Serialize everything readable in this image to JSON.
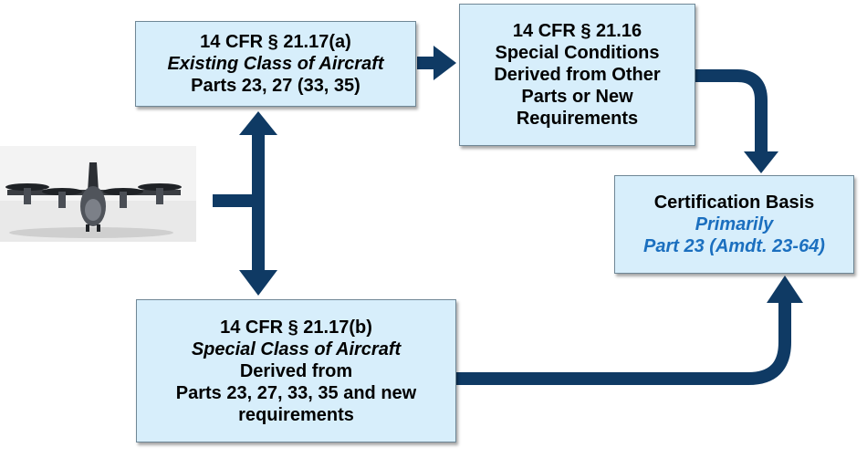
{
  "diagram": {
    "box_existing": {
      "line1": "14 CFR § 21.17(a)",
      "line2": "Existing Class of Aircraft",
      "line3": "Parts 23, 27 (33, 35)"
    },
    "box_special_class": {
      "line1": "14 CFR § 21.17(b)",
      "line2": "Special Class of Aircraft",
      "line3": "Derived from",
      "line4": "Parts 23, 27, 33, 35 and new",
      "line5": "requirements"
    },
    "box_special_conditions": {
      "line1": "14 CFR § 21.16",
      "line2": "Special Conditions",
      "line3": "Derived from Other",
      "line4": "Parts or New",
      "line5": "Requirements"
    },
    "box_cert_basis": {
      "line1": "Certification Basis",
      "line2": "Primarily",
      "line3": "Part 23 (Amdt. 23-64)"
    },
    "colors": {
      "box_fill": "#d7eefb",
      "arrow": "#0f3a64",
      "highlight_text": "#1b6fbf"
    }
  }
}
